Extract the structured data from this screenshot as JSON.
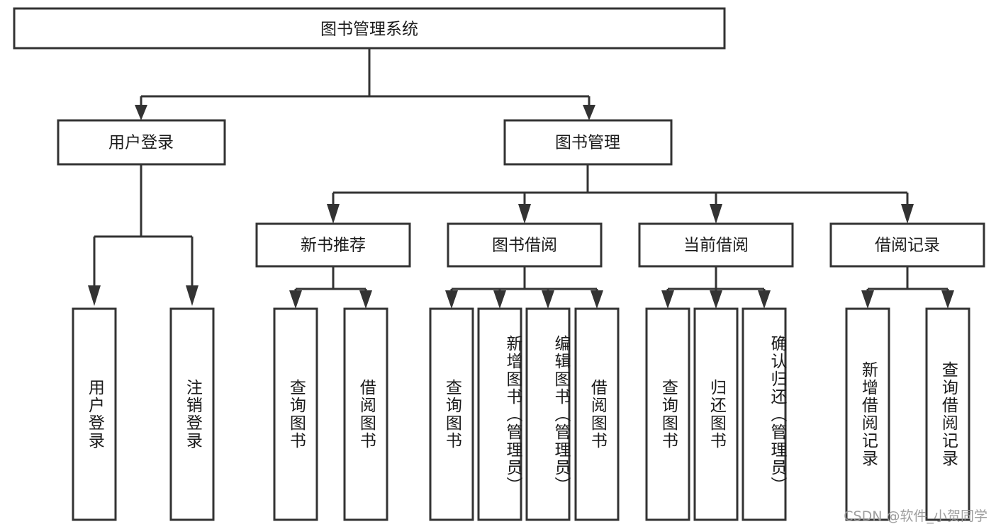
{
  "diagram": {
    "type": "tree",
    "title": "图书管理系统",
    "watermark": "CSDN @软件_小贺同学",
    "colors": {
      "stroke": "#333333",
      "fill": "#ffffff",
      "text": "#1a1a1a",
      "watermark": "#9a9a9a",
      "background": "#ffffff"
    },
    "root": {
      "label": "图书管理系统"
    },
    "level2": [
      {
        "label": "用户登录"
      },
      {
        "label": "图书管理"
      }
    ],
    "level3": [
      {
        "label": "新书推荐"
      },
      {
        "label": "图书借阅"
      },
      {
        "label": "当前借阅"
      },
      {
        "label": "借阅记录"
      }
    ],
    "leaves": {
      "user_login": [
        {
          "label": "用户登录"
        },
        {
          "label": "注销登录"
        }
      ],
      "new_book_recommend": [
        {
          "label": "查询图书"
        },
        {
          "label": "借阅图书"
        }
      ],
      "book_borrow": [
        {
          "label": "查询图书"
        },
        {
          "label": "新增图书（管理员）"
        },
        {
          "label": "编辑图书（管理员）"
        },
        {
          "label": "借阅图书"
        }
      ],
      "current_borrow": [
        {
          "label": "查询图书"
        },
        {
          "label": "归还图书"
        },
        {
          "label": "确认归还（管理员）"
        }
      ],
      "borrow_records": [
        {
          "label": "新增借阅记录"
        },
        {
          "label": "查询借阅记录"
        }
      ]
    }
  }
}
